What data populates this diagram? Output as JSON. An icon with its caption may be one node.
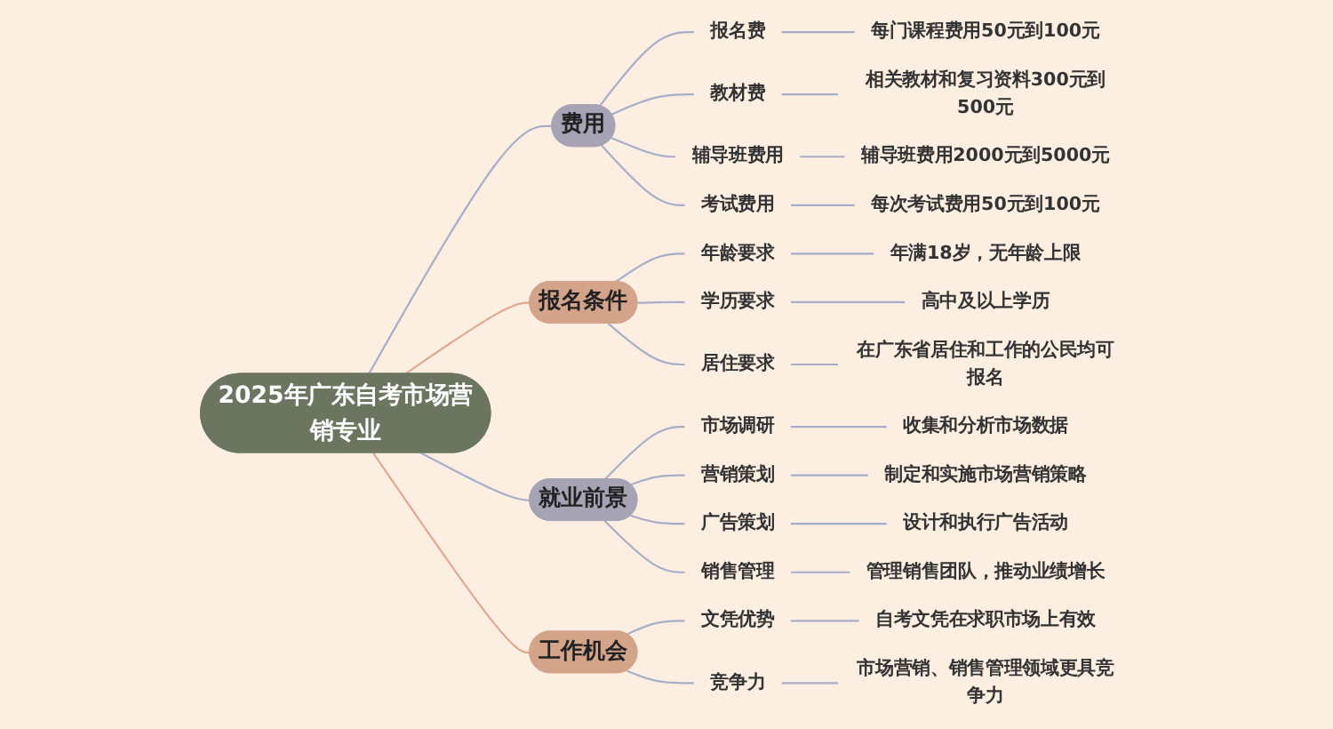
{
  "diagram": {
    "nodes": [
      {
        "text": [
          "2025年广东自考市场营销专业"
        ]
      },
      {
        "text": [
          "费用"
        ]
      },
      {
        "text": [
          "报名费"
        ]
      },
      {
        "text": [
          "每门课程费用50元到100元"
        ]
      },
      {
        "text": [
          "教材费"
        ]
      },
      {
        "text": [
          "相关教材和复习资料300元到500元"
        ]
      },
      {
        "text": [
          "辅导班费用"
        ]
      },
      {
        "text": [
          "辅导班费用2000元到5000元"
        ]
      },
      {
        "text": [
          "考试费用"
        ]
      },
      {
        "text": [
          "每次考试费用50元到100元"
        ]
      },
      {
        "text": [
          "报名条件"
        ]
      },
      {
        "text": [
          "年龄要求"
        ]
      },
      {
        "text": [
          "年满18岁，无年龄上限"
        ]
      },
      {
        "text": [
          "学历要求"
        ]
      },
      {
        "text": [
          "高中及以上学历"
        ]
      },
      {
        "text": [
          "居住要求"
        ]
      },
      {
        "text": [
          "在广东省居住和工作的公民均可报名"
        ]
      },
      {
        "text": [
          "就业前景"
        ]
      },
      {
        "text": [
          "市场调研"
        ]
      },
      {
        "text": [
          "收集和分析市场数据"
        ]
      },
      {
        "text": [
          "营销策划"
        ]
      },
      {
        "text": [
          "制定和实施市场营销策略"
        ]
      },
      {
        "text": [
          "广告策划"
        ]
      },
      {
        "text": [
          "设计和执行广告活动"
        ]
      },
      {
        "text": [
          "销售管理"
        ]
      },
      {
        "text": [
          "管理销售团队，推动业绩增长"
        ]
      },
      {
        "text": [
          "工作机会"
        ]
      },
      {
        "text": [
          "文凭优势"
        ]
      },
      {
        "text": [
          "自考文凭在求职市场上有效"
        ]
      },
      {
        "text": [
          "竞争力"
        ]
      },
      {
        "text": [
          "市场营销、销售管理领域更具竞争力"
        ]
      }
    ],
    "edges": [
      {
        "from": 0,
        "to": 1,
        "arrow": "none"
      },
      {
        "from": 1,
        "to": 2,
        "arrow": "none"
      },
      {
        "from": 2,
        "to": 3,
        "arrow": "none"
      },
      {
        "from": 1,
        "to": 4,
        "arrow": "none"
      },
      {
        "from": 4,
        "to": 5,
        "arrow": "none"
      },
      {
        "from": 1,
        "to": 6,
        "arrow": "none"
      },
      {
        "from": 6,
        "to": 7,
        "arrow": "none"
      },
      {
        "from": 1,
        "to": 8,
        "arrow": "none"
      },
      {
        "from": 8,
        "to": 9,
        "arrow": "none"
      },
      {
        "from": 0,
        "to": 10,
        "arrow": "none",
        "color": "#e0a890"
      },
      {
        "from": 10,
        "to": 11,
        "arrow": "none"
      },
      {
        "from": 11,
        "to": 12,
        "arrow": "none"
      },
      {
        "from": 10,
        "to": 13,
        "arrow": "none"
      },
      {
        "from": 13,
        "to": 14,
        "arrow": "none"
      },
      {
        "from": 10,
        "to": 15,
        "arrow": "none"
      },
      {
        "from": 15,
        "to": 16,
        "arrow": "none"
      },
      {
        "from": 0,
        "to": 17,
        "arrow": "none"
      },
      {
        "from": 17,
        "to": 18,
        "arrow": "none"
      },
      {
        "from": 18,
        "to": 19,
        "arrow": "none"
      },
      {
        "from": 17,
        "to": 20,
        "arrow": "none"
      },
      {
        "from": 20,
        "to": 21,
        "arrow": "none"
      },
      {
        "from": 17,
        "to": 22,
        "arrow": "none"
      },
      {
        "from": 22,
        "to": 23,
        "arrow": "none"
      },
      {
        "from": 17,
        "to": 24,
        "arrow": "none"
      },
      {
        "from": 24,
        "to": 25,
        "arrow": "none"
      },
      {
        "from": 0,
        "to": 26,
        "arrow": "none",
        "color": "#e0a890"
      },
      {
        "from": 26,
        "to": 27,
        "arrow": "none"
      },
      {
        "from": 27,
        "to": 28,
        "arrow": "none"
      },
      {
        "from": 26,
        "to": 29,
        "arrow": "none"
      },
      {
        "from": 29,
        "to": 30,
        "arrow": "none"
      }
    ]
  }
}
